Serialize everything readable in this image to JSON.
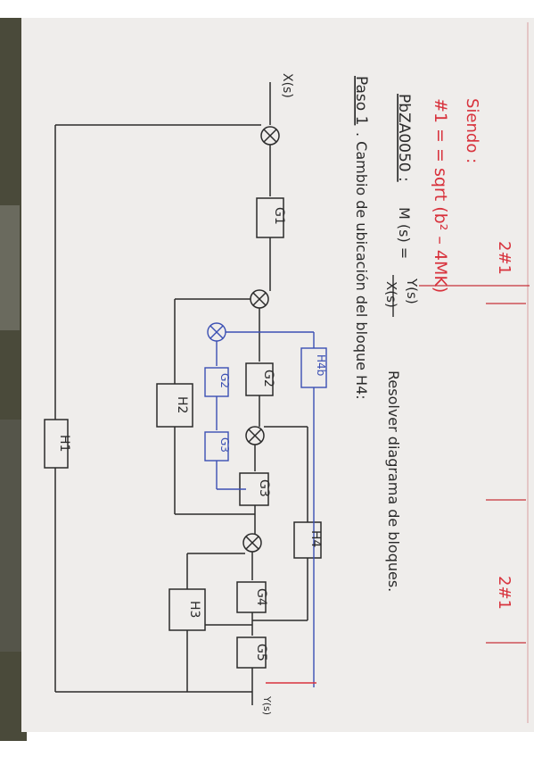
{
  "header": {
    "page_number_top": "2#1",
    "page_number_bottom": "2#1",
    "siendo_label": "Siendo :",
    "formula": "#1 = = sqrt (b² – 4MK)",
    "code_label": "PbZA0050 :",
    "transfer_lhs": "M (s) =",
    "transfer_num": "Y(s)",
    "transfer_den": "X(s)",
    "task_text": "Resolver diagrama de bloques.",
    "paso_label": "Paso 1",
    "paso_text": ". Cambio de ubicación del bloque H4:"
  },
  "diagram": {
    "input_label": "X(s)",
    "output_label": "Y(s)",
    "blocks": {
      "g1": "G1",
      "g2": "G2",
      "g3": "G3",
      "g4": "G4",
      "g5": "G5",
      "h1": "H1",
      "h2": "H2",
      "h3": "H3",
      "h4": "H4",
      "h4b": "H4b",
      "g2_blue": "G2",
      "g3_blue": "G3"
    },
    "colors": {
      "ink": "#2b2b2b",
      "red_ink": "#d8323c",
      "blue_ink": "#3b4fb3",
      "paper": "#f2f0ee"
    }
  }
}
